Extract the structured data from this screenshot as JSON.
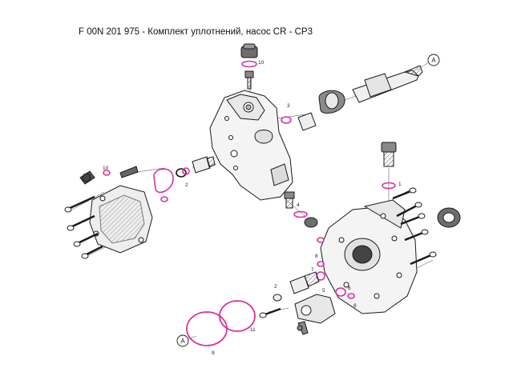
{
  "title": "F 00N 201 975 - Комплект уплотнений, насос CR - CP3",
  "colors": {
    "outline": "#1a1a1a",
    "seal": "#d6339c",
    "body_fill": "#f4f4f4",
    "shade": "#c8c8c8"
  },
  "callouts": {
    "c10a": "10",
    "c3": "3",
    "c10b": "10",
    "c2a": "2",
    "c4": "4",
    "c1": "1",
    "c8a": "8",
    "c7": "7",
    "c5": "5",
    "c2b": "2",
    "c6": "6",
    "c8b": "8",
    "c11": "11",
    "c9": "9"
  },
  "refs": {
    "top": "A",
    "bottom": "A"
  }
}
